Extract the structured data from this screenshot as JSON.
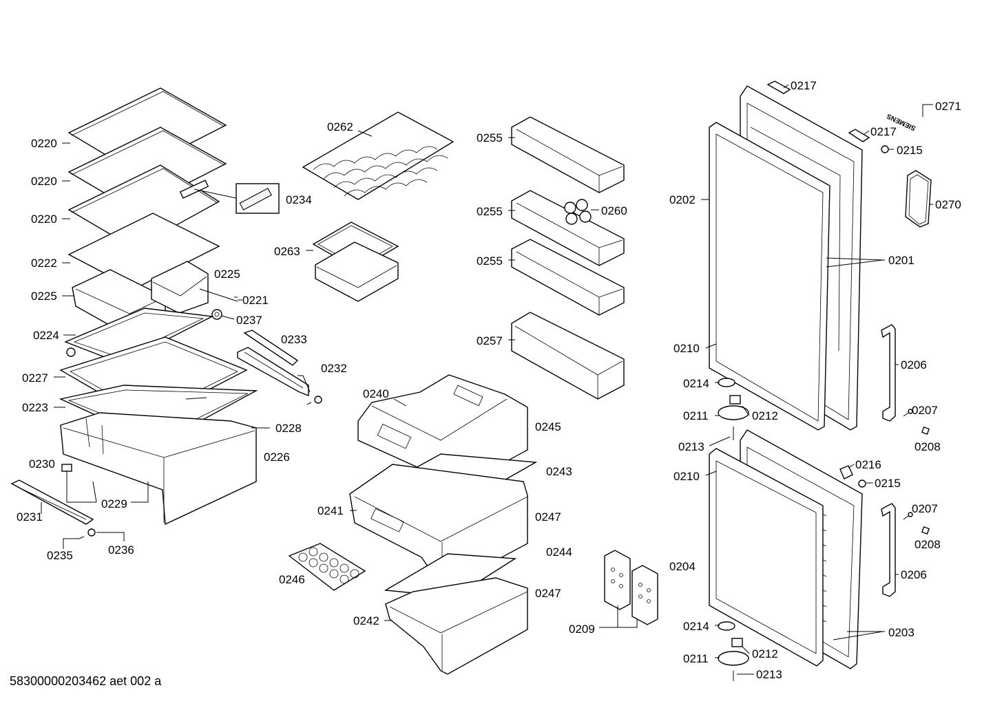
{
  "footer": "58300000203462 aet 002 a",
  "labels": {
    "p0220a": "0220",
    "p0220b": "0220",
    "p0220c": "0220",
    "p0222": "0222",
    "p0225a": "0225",
    "p0225b": "0225",
    "p0221": "0221",
    "p0237": "0237",
    "p0224": "0224",
    "p0227": "0227",
    "p0223": "0223",
    "p0230": "0230",
    "p0231": "0231",
    "p0229": "0229",
    "p0235": "0235",
    "p0236": "0236",
    "p0228": "0228",
    "p0226": "0226",
    "p0234": "0234",
    "p0233": "0233",
    "p0232": "0232",
    "p0262": "0262",
    "p0263": "0263",
    "p0255a": "0255",
    "p0255b": "0255",
    "p0255c": "0255",
    "p0260": "0260",
    "p0257": "0257",
    "p0240": "0240",
    "p0245": "0245",
    "p0243": "0243",
    "p0241": "0241",
    "p0247a": "0247",
    "p0244": "0244",
    "p0246": "0246",
    "p0242": "0242",
    "p0247b": "0247",
    "p0209": "0209",
    "p0217a": "0217",
    "p0217b": "0217",
    "p0271": "0271",
    "p0215a": "0215",
    "p0270": "0270",
    "p0202": "0202",
    "p0201": "0201",
    "p0210a": "0210",
    "p0206a": "0206",
    "p0214a": "0214",
    "p0211a": "0211",
    "p0212a": "0212",
    "p0207a": "0207",
    "p0213a": "0213",
    "p0208a": "0208",
    "p0216": "0216",
    "p0215b": "0215",
    "p0210b": "0210",
    "p0207b": "0207",
    "p0208b": "0208",
    "p0204": "0204",
    "p0206b": "0206",
    "p0214b": "0214",
    "p0203": "0203",
    "p0211b": "0211",
    "p0212b": "0212",
    "p0213b": "0213"
  },
  "brand": "SIEMENS"
}
